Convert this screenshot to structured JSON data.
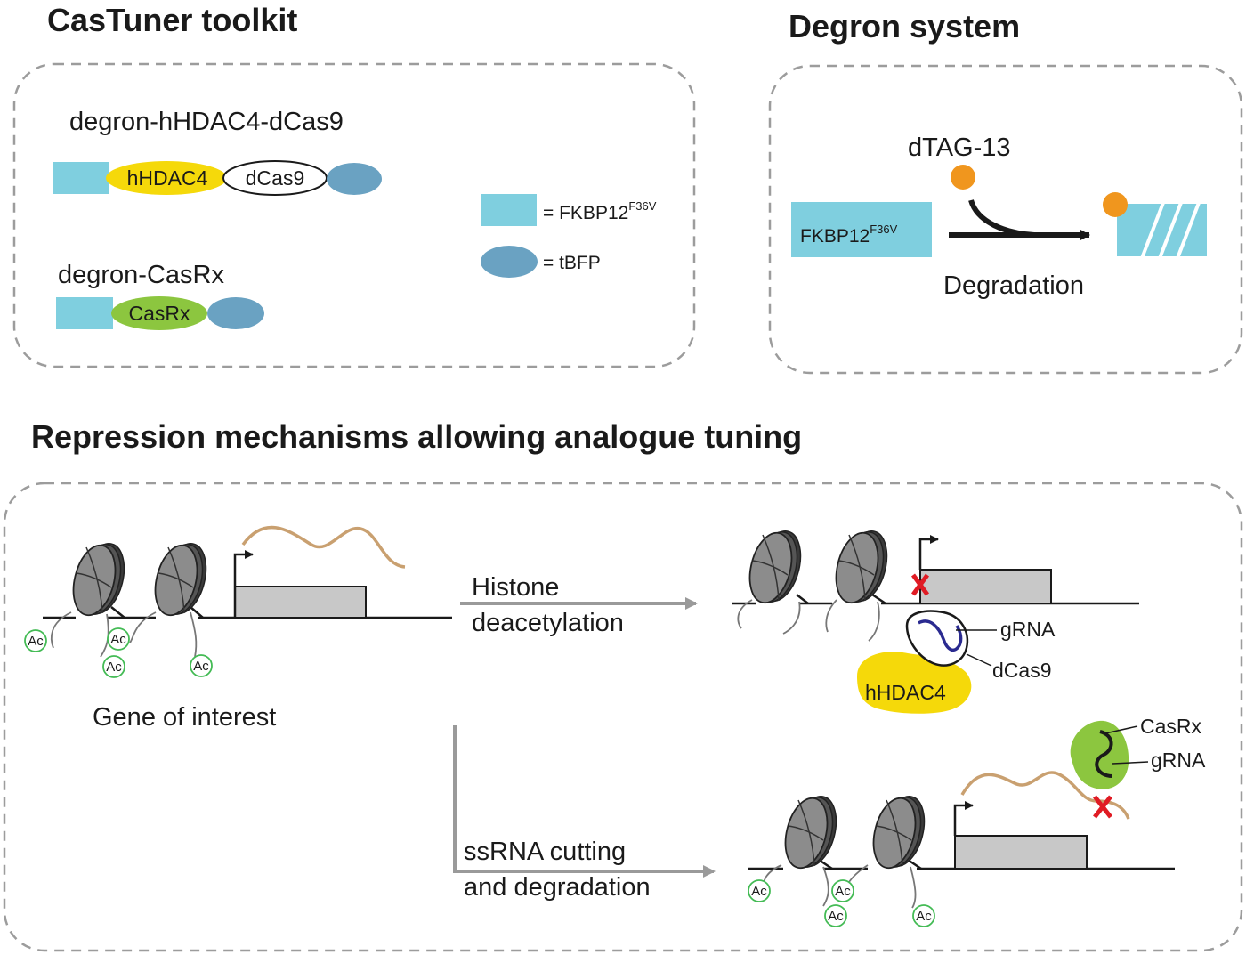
{
  "titles": {
    "toolkit": "CasTuner toolkit",
    "degron": "Degron system",
    "repression": "Repression mechanisms allowing analogue tuning"
  },
  "toolkit": {
    "construct1_label": "degron-hHDAC4-dCas9",
    "construct1_parts": [
      "hHDAC4",
      "dCas9"
    ],
    "construct2_label": "degron-CasRx",
    "construct2_parts": [
      "CasRx"
    ],
    "legend": {
      "fkbp_text": "= FKBP12",
      "fkbp_sup": "F36V",
      "tbfp_text": "= tBFP"
    }
  },
  "degron_system": {
    "ligand": "dTAG-13",
    "box_text": "FKBP12",
    "box_sup": "F36V",
    "arrow_label": "Degradation"
  },
  "repression": {
    "gene_label": "Gene of interest",
    "ac_label": "Ac",
    "path1": [
      "Histone",
      "deacetylation"
    ],
    "path2": [
      "ssRNA cutting",
      "and degradation"
    ],
    "hdac_labels": {
      "grna": "gRNA",
      "dcas9": "dCas9",
      "hdac": "hHDAC4"
    },
    "casrx_labels": {
      "casrx": "CasRx",
      "grna": "gRNA"
    }
  },
  "colors": {
    "fkbp": "#7fcfdf",
    "tbfp": "#6aa2c2",
    "hdac4": "#f5d90a",
    "casrx": "#8cc63f",
    "ligand": "#f0961e",
    "rna": "#c9a070",
    "block": "#e01b24",
    "gene_box": "#c8c8c8",
    "arrow": "#9a9a9a",
    "ac": "#44bb55",
    "grna_hdac": "#2a2a90"
  }
}
